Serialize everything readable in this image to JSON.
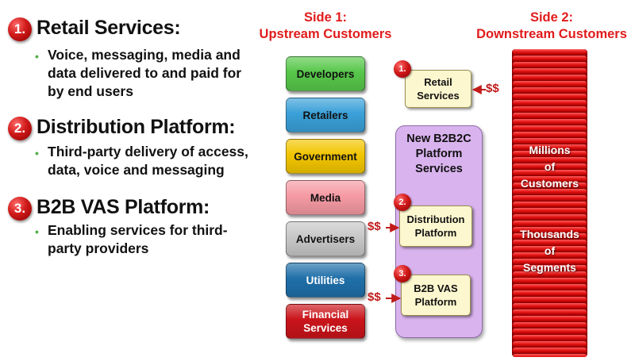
{
  "left_list": [
    {
      "num": "1.",
      "title": "Retail Services:",
      "lines": [
        "Voice, messaging, media and",
        "data delivered to and paid for",
        "by end users"
      ]
    },
    {
      "num": "2.",
      "title": "Distribution Platform:",
      "lines": [
        "Third-party delivery of access,",
        "data, voice and messaging"
      ]
    },
    {
      "num": "3.",
      "title": "B2B VAS Platform:",
      "lines": [
        "Enabling services for third-",
        "party providers"
      ]
    }
  ],
  "side1": {
    "line1": "Side 1:",
    "line2": "Upstream Customers"
  },
  "side2": {
    "line1": "Side 2:",
    "line2": "Downstream Customers"
  },
  "upstream": [
    {
      "label": "Developers",
      "color": "#57c74a"
    },
    {
      "label": "Retailers",
      "color": "#3aa0d8"
    },
    {
      "label": "Government",
      "color": "#f2c500"
    },
    {
      "label": "Media",
      "color": "#f59aa3"
    },
    {
      "label": "Advertisers",
      "color": "#c7c7c7"
    },
    {
      "label": "Utilities",
      "color": "#1f6fa9"
    },
    {
      "label": "Financial Services",
      "color": "#c9141a"
    }
  ],
  "platform": {
    "title": "New B2B2C Platform Services"
  },
  "services": [
    {
      "num": "1.",
      "label": "Retail Services",
      "money": "$$"
    },
    {
      "num": "2.",
      "label": "Distribution Platform",
      "money": "$$"
    },
    {
      "num": "3.",
      "label": "B2B VAS Platform",
      "money": "$$"
    }
  ],
  "downstream": {
    "customers": [
      "Millions",
      "of",
      "Customers"
    ],
    "segments": [
      "Thousands",
      "of",
      "Segments"
    ]
  }
}
